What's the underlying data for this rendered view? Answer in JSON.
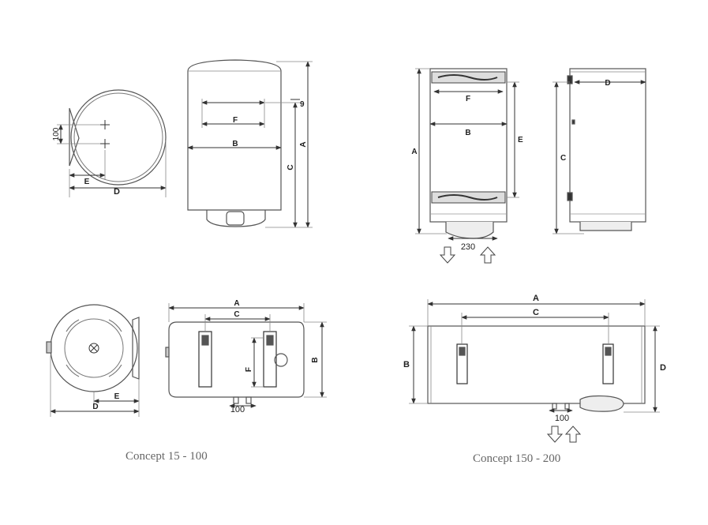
{
  "captions": {
    "concept_small": "Concept 15 - 100",
    "concept_large": "Concept 150 - 200"
  },
  "labels": {
    "A": "A",
    "B": "B",
    "C": "C",
    "D": "D",
    "E": "E",
    "F": "F",
    "nine": "9",
    "hundred": "100",
    "two_thirty": "230"
  }
}
